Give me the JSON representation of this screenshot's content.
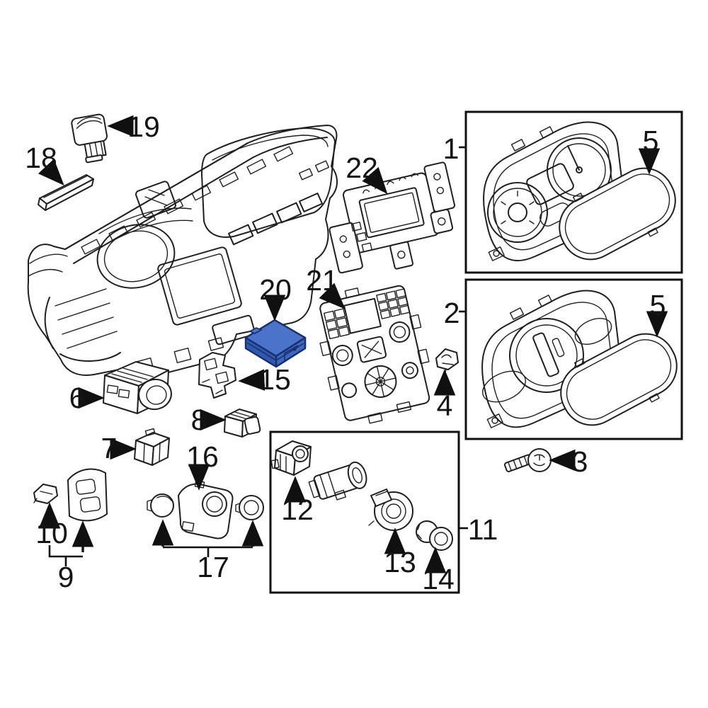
{
  "diagram": {
    "background_color": "#ffffff",
    "line_color": "#1f1f1f",
    "box_count": 3,
    "highlighted_part": {
      "callout": "20",
      "fill_top": "#4a73c9",
      "fill_front": "#3258ae",
      "fill_side": "#3f67bd",
      "outline": "#16306e"
    },
    "callouts": {
      "c1": {
        "label": "1"
      },
      "c2": {
        "label": "2"
      },
      "c3": {
        "label": "3"
      },
      "c4": {
        "label": "4"
      },
      "c5": {
        "label": "5"
      },
      "c6": {
        "label": "6"
      },
      "c7": {
        "label": "7"
      },
      "c8": {
        "label": "8"
      },
      "c9": {
        "label": "9"
      },
      "c10": {
        "label": "10"
      },
      "c11": {
        "label": "11"
      },
      "c12": {
        "label": "12"
      },
      "c13": {
        "label": "13"
      },
      "c14": {
        "label": "14"
      },
      "c15": {
        "label": "15"
      },
      "c16": {
        "label": "16"
      },
      "c17": {
        "label": "17"
      },
      "c18": {
        "label": "18"
      },
      "c19": {
        "label": "19"
      },
      "c20": {
        "label": "20"
      },
      "c21": {
        "label": "21"
      },
      "c22": {
        "label": "22"
      }
    }
  }
}
